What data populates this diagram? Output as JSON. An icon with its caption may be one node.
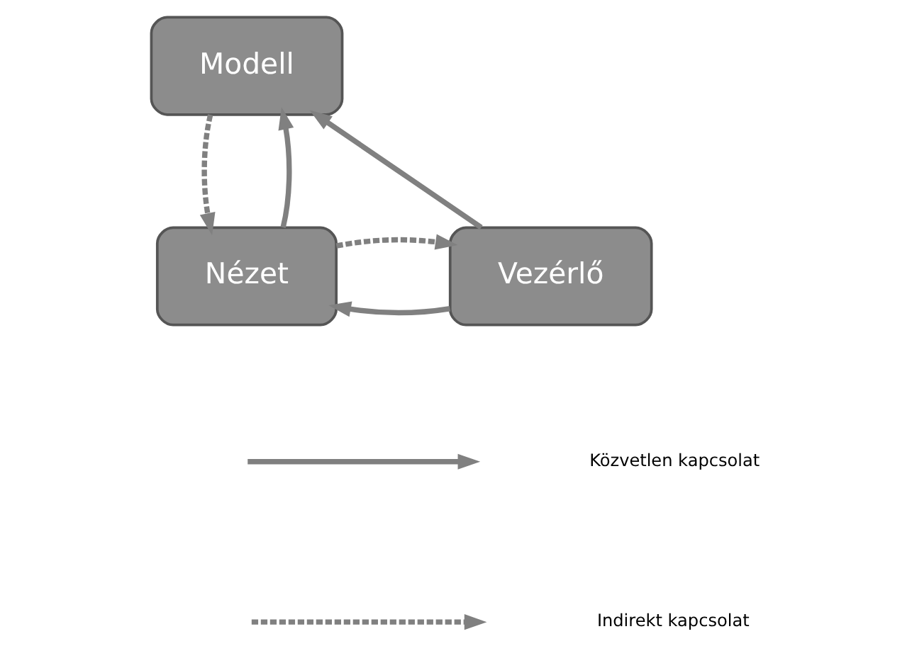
{
  "diagram": {
    "nodes": [
      {
        "text": [
          "Modell"
        ]
      },
      {
        "text": [
          "Nézet"
        ]
      },
      {
        "text": [
          "Vezérlő"
        ]
      }
    ],
    "edges": [
      {
        "from": 1,
        "to": 0,
        "arrow": "to"
      },
      {
        "from": 2,
        "to": 0,
        "arrow": "to"
      },
      {
        "from": 0,
        "to": 1,
        "arrow": "to",
        "style": "dashed"
      },
      {
        "from": 2,
        "to": 1,
        "arrow": "to"
      },
      {
        "from": 1,
        "to": 2,
        "arrow": "to",
        "style": "dashed"
      }
    ],
    "legend": [
      {
        "text": "Közvetlen kapcsolat"
      },
      {
        "text": "Indirekt kapcsolat"
      }
    ]
  }
}
